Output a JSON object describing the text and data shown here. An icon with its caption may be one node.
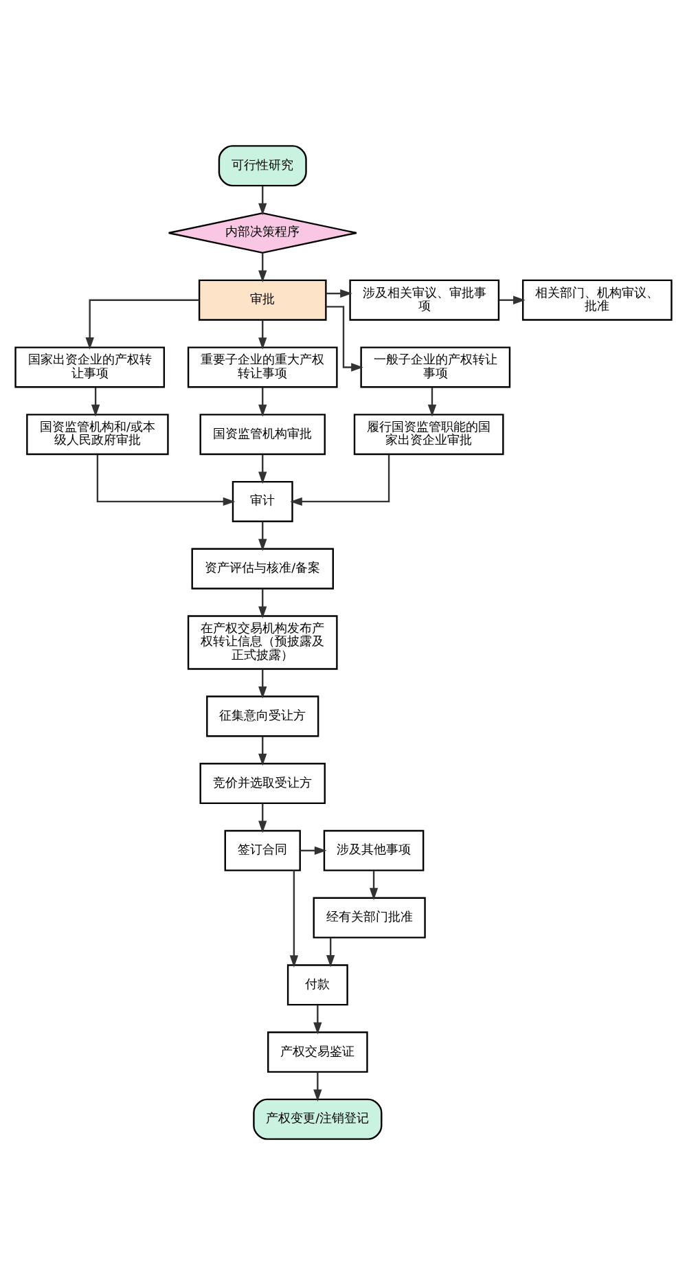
{
  "diagram": {
    "nodes": [
      {
        "text": [
          "可行性研究"
        ]
      },
      {
        "text": [
          "内部决策程序"
        ]
      },
      {
        "text": [
          "审批"
        ]
      },
      {
        "text": [
          "涉及相关审议、审批事项"
        ]
      },
      {
        "text": [
          "相关部门、机构审议、批准"
        ]
      },
      {
        "text": [
          "国家出资企业的产权转让事项"
        ]
      },
      {
        "text": [
          "重要子企业的重大产权转让事项"
        ]
      },
      {
        "text": [
          "一般子企业的产权转让事项"
        ]
      },
      {
        "text": [
          "国资监管机构和/或本级人民政府审批"
        ]
      },
      {
        "text": [
          "国资监管机构审批"
        ]
      },
      {
        "text": [
          "履行国资监管职能的国家出资企业审批"
        ]
      },
      {
        "text": [
          "审计"
        ]
      },
      {
        "text": [
          "资产评估与核准/备案"
        ]
      },
      {
        "text": [
          "在产权交易机构发布产权转让信息（预披露及正式披露）"
        ]
      },
      {
        "text": [
          "征集意向受让方"
        ]
      },
      {
        "text": [
          "竞价并选取受让方"
        ]
      },
      {
        "text": [
          "签订合同"
        ]
      },
      {
        "text": [
          "涉及其他事项"
        ]
      },
      {
        "text": [
          "经有关部门批准"
        ]
      },
      {
        "text": [
          "付款"
        ]
      },
      {
        "text": [
          "产权交易鉴证"
        ]
      },
      {
        "text": [
          "产权变更/注销登记"
        ]
      }
    ],
    "edges": [
      {
        "from": 0,
        "to": 1,
        "arrow": "to"
      },
      {
        "from": 1,
        "to": 2,
        "arrow": "to"
      },
      {
        "from": 2,
        "to": 3,
        "arrow": "to"
      },
      {
        "from": 3,
        "to": 4,
        "arrow": "to"
      },
      {
        "from": 2,
        "to": 5,
        "arrow": "to"
      },
      {
        "from": 2,
        "to": 6,
        "arrow": "to"
      },
      {
        "from": 2,
        "to": 7,
        "arrow": "to"
      },
      {
        "from": 5,
        "to": 8,
        "arrow": "to"
      },
      {
        "from": 6,
        "to": 9,
        "arrow": "to"
      },
      {
        "from": 7,
        "to": 10,
        "arrow": "to"
      },
      {
        "from": 8,
        "to": 11,
        "arrow": "to"
      },
      {
        "from": 9,
        "to": 11,
        "arrow": "to"
      },
      {
        "from": 10,
        "to": 11,
        "arrow": "to"
      },
      {
        "from": 11,
        "to": 12,
        "arrow": "to"
      },
      {
        "from": 12,
        "to": 13,
        "arrow": "to"
      },
      {
        "from": 13,
        "to": 14,
        "arrow": "to"
      },
      {
        "from": 14,
        "to": 15,
        "arrow": "to"
      },
      {
        "from": 15,
        "to": 16,
        "arrow": "to"
      },
      {
        "from": 16,
        "to": 17,
        "arrow": "to"
      },
      {
        "from": 16,
        "to": 19,
        "arrow": "to"
      },
      {
        "from": 17,
        "to": 18,
        "arrow": "to"
      },
      {
        "from": 18,
        "to": 19,
        "arrow": "to"
      },
      {
        "from": 19,
        "to": 20,
        "arrow": "to"
      },
      {
        "from": 20,
        "to": 21,
        "arrow": "to"
      }
    ]
  }
}
